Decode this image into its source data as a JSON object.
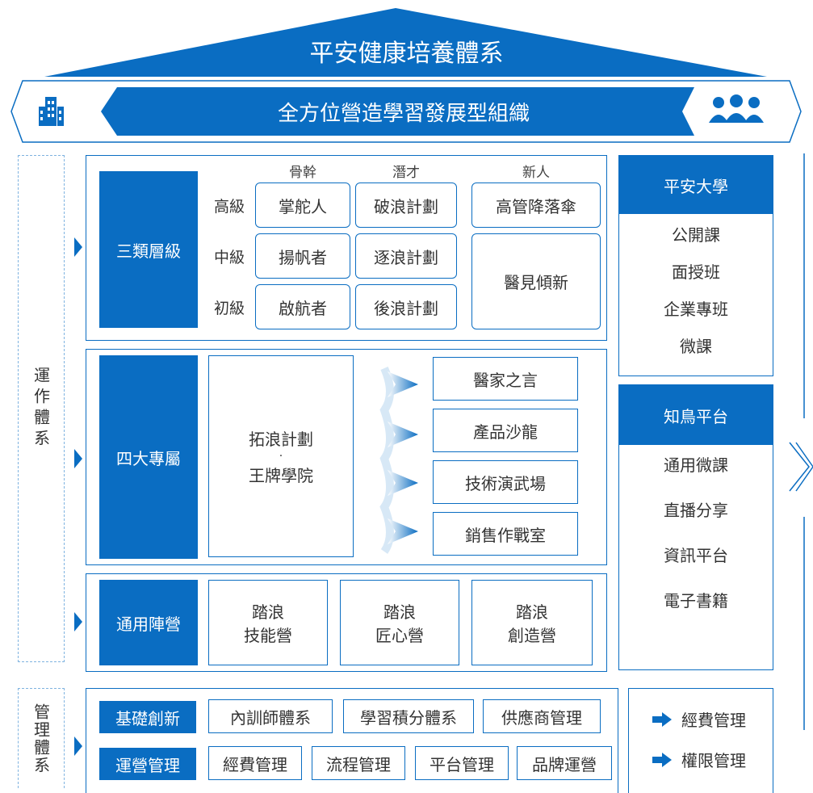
{
  "roof": {
    "title": "平安健康培養體系"
  },
  "banner": {
    "title": "全方位營造學習發展型組織"
  },
  "operation": {
    "label": "運作體系",
    "tiers": {
      "label": "三類層級",
      "columns": [
        "骨幹",
        "潛才",
        "新人"
      ],
      "rows": [
        {
          "level": "高級",
          "core": "掌舵人",
          "talent": "破浪計劃"
        },
        {
          "level": "中級",
          "core": "揚帆者",
          "talent": "逐浪計劃"
        },
        {
          "level": "初級",
          "core": "啟航者",
          "talent": "後浪計劃"
        }
      ],
      "newcomer": [
        "高管降落傘",
        "醫見傾新"
      ]
    },
    "special": {
      "label": "四大專屬",
      "program_line1": "拓浪計劃",
      "program_dot": "·",
      "program_line2": "王牌學院",
      "items": [
        "醫家之言",
        "產品沙龍",
        "技術演武場",
        "銷售作戰室"
      ]
    },
    "general": {
      "label": "通用陣營",
      "camps": [
        {
          "line1": "踏浪",
          "line2": "技能營"
        },
        {
          "line1": "踏浪",
          "line2": "匠心營"
        },
        {
          "line1": "踏浪",
          "line2": "創造營"
        }
      ]
    }
  },
  "university": {
    "title": "平安大學",
    "items": [
      "公開課",
      "面授班",
      "企業專班",
      "微課"
    ]
  },
  "platform": {
    "title": "知鳥平台",
    "items": [
      "通用微課",
      "直播分享",
      "資訊平台",
      "電子書籍"
    ]
  },
  "management": {
    "label": "管理體系",
    "rows": [
      {
        "label": "基礎創新",
        "items": [
          "內訓師體系",
          "學習積分體系",
          "供應商管理"
        ]
      },
      {
        "label": "運營管理",
        "items": [
          "經費管理",
          "流程管理",
          "平台管理",
          "品牌運營"
        ]
      }
    ],
    "side": [
      "經費管理",
      "權限管理"
    ]
  },
  "colors": {
    "primary": "#0a6dc2",
    "border": "#0a6dc2"
  }
}
